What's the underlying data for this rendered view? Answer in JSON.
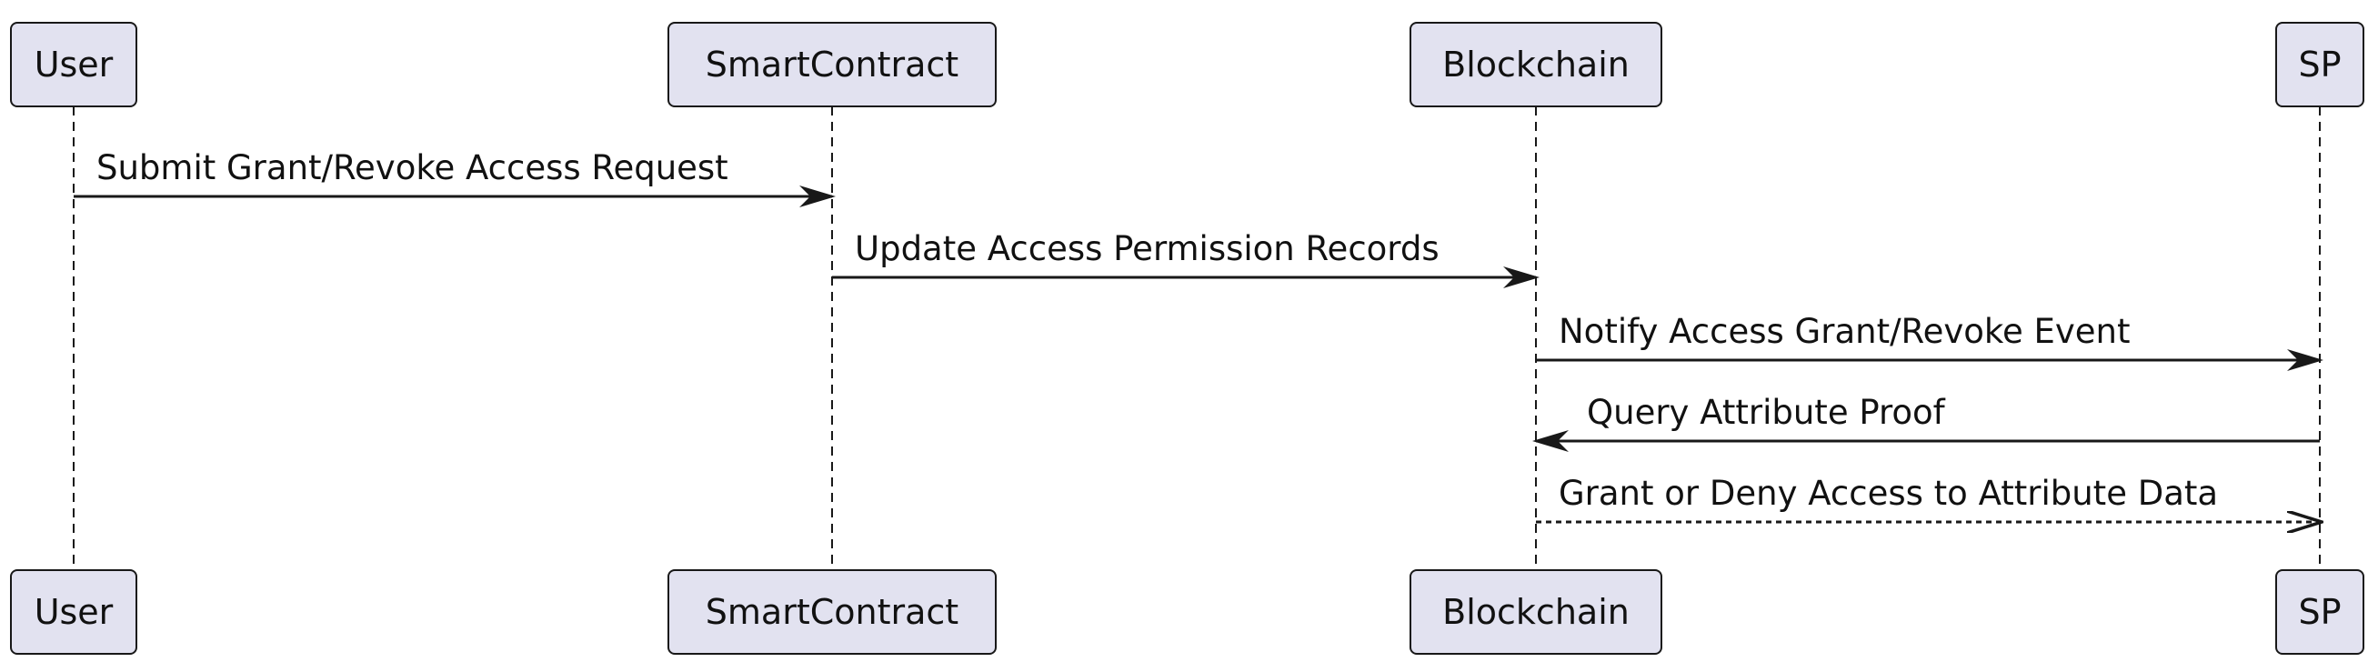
{
  "diagram": {
    "type": "sequence",
    "participants": [
      {
        "id": "user",
        "label": "User"
      },
      {
        "id": "smartcontract",
        "label": "SmartContract"
      },
      {
        "id": "blockchain",
        "label": "Blockchain"
      },
      {
        "id": "sp",
        "label": "SP"
      }
    ],
    "messages": [
      {
        "from": "user",
        "to": "smartcontract",
        "label": "Submit Grant/Revoke Access Request",
        "style": "solid"
      },
      {
        "from": "smartcontract",
        "to": "blockchain",
        "label": "Update Access Permission Records",
        "style": "solid"
      },
      {
        "from": "blockchain",
        "to": "sp",
        "label": "Notify Access Grant/Revoke Event",
        "style": "solid"
      },
      {
        "from": "sp",
        "to": "blockchain",
        "label": "Query Attribute Proof",
        "style": "solid"
      },
      {
        "from": "blockchain",
        "to": "sp",
        "label": "Grant or Deny Access to Attribute Data",
        "style": "dashed"
      }
    ]
  },
  "colors": {
    "participant_fill": "#e2e2f0",
    "participant_stroke": "#181818",
    "lifeline": "#181818",
    "arrow": "#181818",
    "text": "#111111",
    "background": "#ffffff"
  }
}
